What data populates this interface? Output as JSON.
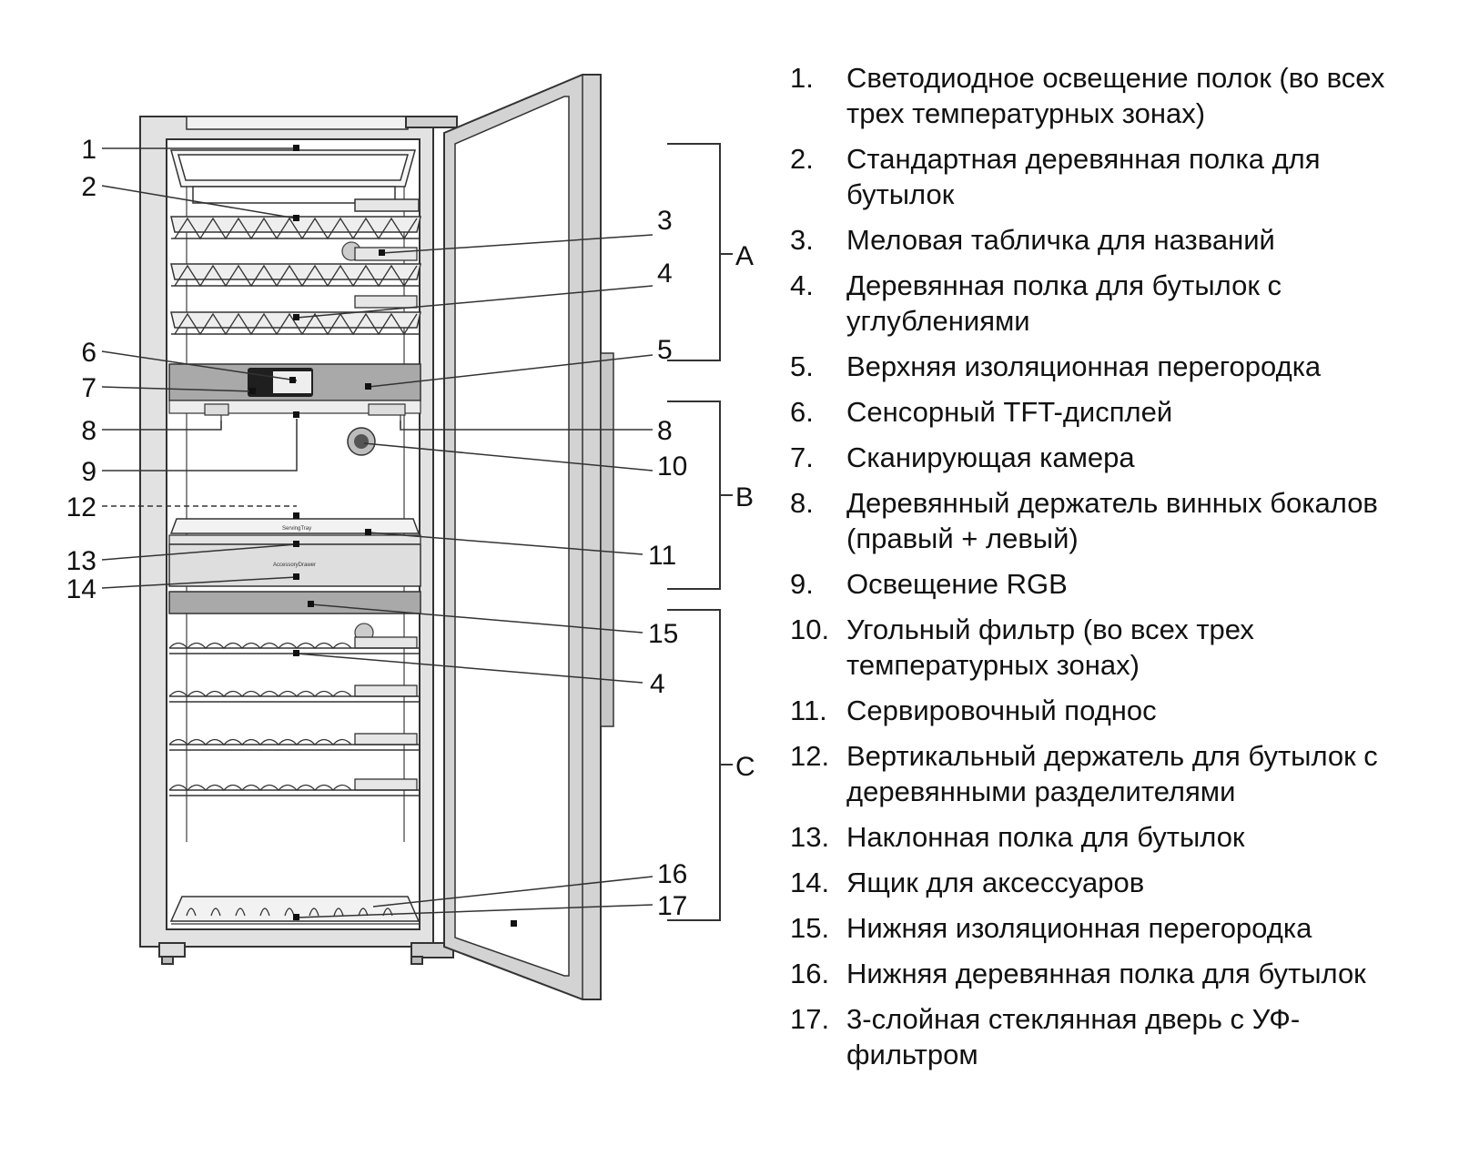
{
  "callouts": {
    "c1": "1",
    "c2": "2",
    "c3": "3",
    "c4a": "4",
    "c5": "5",
    "c6": "6",
    "c7": "7",
    "c8l": "8",
    "c8r": "8",
    "c9": "9",
    "c10": "10",
    "c11": "11",
    "c12": "12",
    "c13": "13",
    "c14": "14",
    "c15": "15",
    "c4b": "4",
    "c16": "16",
    "c17": "17"
  },
  "zones": {
    "a": "A",
    "b": "B",
    "c": "C"
  },
  "fridge_labels": {
    "serving_tray": "ServingTray",
    "accessory_drawer": "AccessoryDrawer"
  },
  "legend": [
    {
      "num": "1.",
      "text": "Светодиодное освещение полок (во всех трех температурных зонах)"
    },
    {
      "num": "2.",
      "text": "Стандартная деревянная полка для бутылок"
    },
    {
      "num": "3.",
      "text": "Меловая табличка для названий"
    },
    {
      "num": "4.",
      "text": "Деревянная полка для бутылок с углублениями"
    },
    {
      "num": "5.",
      "text": "Верхняя изоляционная перегородка"
    },
    {
      "num": "6.",
      "text": "Сенсорный TFT-дисплей"
    },
    {
      "num": "7.",
      "text": "Сканирующая камера"
    },
    {
      "num": "8.",
      "text": "Деревянный держатель винных бокалов (правый + левый)"
    },
    {
      "num": "9.",
      "text": "Освещение RGB"
    },
    {
      "num": "10.",
      "text": "Угольный фильтр (во всех трех температурных зонах)"
    },
    {
      "num": "11.",
      "text": "Сервировочный поднос"
    },
    {
      "num": "12.",
      "text": "Вертикальный держатель для бутылок с деревянными разделителями"
    },
    {
      "num": "13.",
      "text": "Наклонная полка для бутылок"
    },
    {
      "num": "14.",
      "text": "Ящик для аксессуаров"
    },
    {
      "num": "15.",
      "text": "Нижняя изоляционная перегородка"
    },
    {
      "num": "16.",
      "text": "Нижняя деревянная полка для бутылок"
    },
    {
      "num": "17.",
      "text": "3-слойная стеклянная дверь с УФ-фильтром"
    }
  ]
}
